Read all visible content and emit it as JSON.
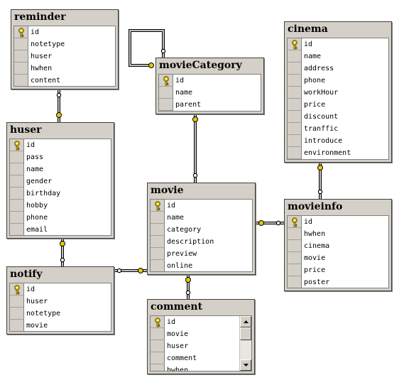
{
  "tables": {
    "reminder": {
      "name": "reminder",
      "columns": [
        "id",
        "notetype",
        "huser",
        "hwhen",
        "content"
      ],
      "key_column": "id"
    },
    "movieCategory": {
      "name": "movieCategory",
      "columns": [
        "id",
        "name",
        "parent"
      ],
      "key_column": "id"
    },
    "cinema": {
      "name": "cinema",
      "columns": [
        "id",
        "name",
        "address",
        "phone",
        "workHour",
        "price",
        "discount",
        "tranffic",
        "introduce",
        "environment"
      ],
      "key_column": "id"
    },
    "huser": {
      "name": "huser",
      "columns": [
        "id",
        "pass",
        "name",
        "gender",
        "birthday",
        "hobby",
        "phone",
        "email"
      ],
      "key_column": "id"
    },
    "movie": {
      "name": "movie",
      "columns": [
        "id",
        "name",
        "category",
        "description",
        "preview",
        "online"
      ],
      "key_column": "id"
    },
    "movieinfo": {
      "name": "movieinfo",
      "columns": [
        "id",
        "hwhen",
        "cinema",
        "movie",
        "price",
        "poster"
      ],
      "key_column": "id"
    },
    "notify": {
      "name": "notify",
      "columns": [
        "id",
        "huser",
        "notetype",
        "movie"
      ],
      "key_column": "id"
    },
    "comment": {
      "name": "comment",
      "columns": [
        "id",
        "movie",
        "huser",
        "comment",
        "hwhen"
      ],
      "key_column": "id",
      "scrollable": true
    }
  },
  "relationships": [
    {
      "from": "movieCategory",
      "to": "movieCategory",
      "kind": "self-reference"
    },
    {
      "from": "reminder",
      "to": "huser"
    },
    {
      "from": "movie",
      "to": "movieCategory"
    },
    {
      "from": "movieinfo",
      "to": "cinema"
    },
    {
      "from": "movieinfo",
      "to": "movie"
    },
    {
      "from": "notify",
      "to": "huser"
    },
    {
      "from": "notify",
      "to": "movie"
    },
    {
      "from": "comment",
      "to": "movie"
    }
  ],
  "colors": {
    "table_frame": "#d4d0c8",
    "row_background": "#ffffff",
    "connector": "#000000",
    "key_icon": "#e8c800"
  }
}
